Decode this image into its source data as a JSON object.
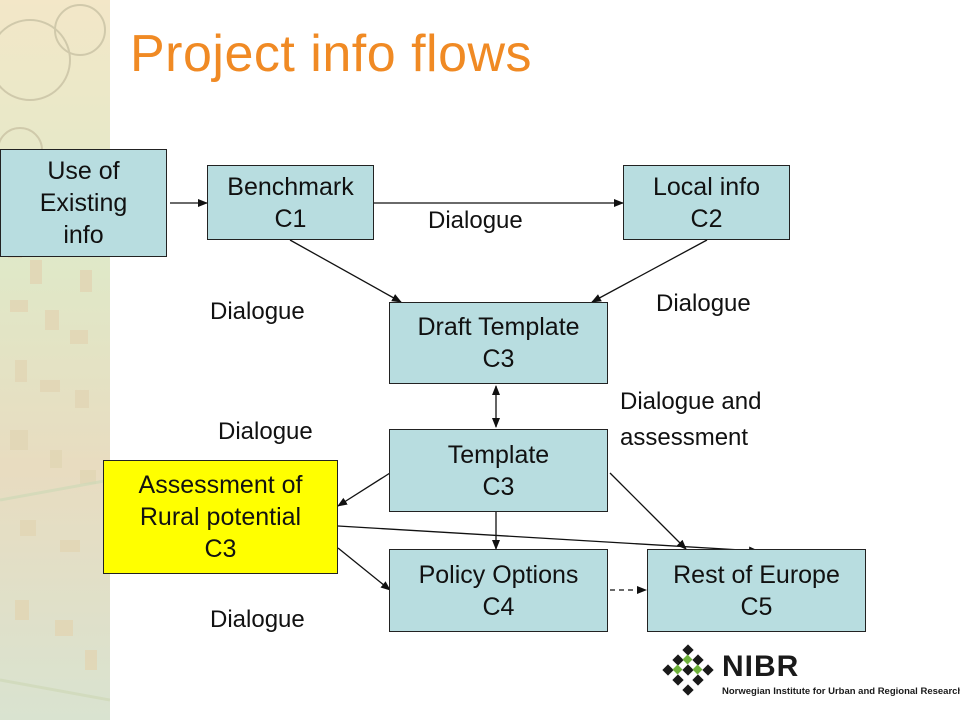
{
  "title": "Project info flows",
  "boxes": {
    "existing": "Use of\nExisting\ninfo",
    "benchmark": "Benchmark\nC1",
    "local": "Local info\nC2",
    "draft": "Draft Template\nC3",
    "template": "Template\nC3",
    "assessment": "Assessment of\nRural potential\nC3",
    "policy": "Policy Options\nC4",
    "rest": "Rest of Europe\nC5"
  },
  "labels": {
    "dialogue_top": "Dialogue",
    "dialogue_left": "Dialogue",
    "dialogue_right": "Dialogue",
    "dialogue_assessment": "Dialogue and\nassessment",
    "dialogue_mid_left": "Dialogue",
    "dialogue_bottom": "Dialogue"
  },
  "logo": {
    "name": "NIBR",
    "subtitle": "Norwegian Institute for Urban and Regional Research"
  },
  "colors": {
    "title": "#f08a24",
    "box_fill": "#b8dde0",
    "highlight_fill": "#ffff00"
  }
}
